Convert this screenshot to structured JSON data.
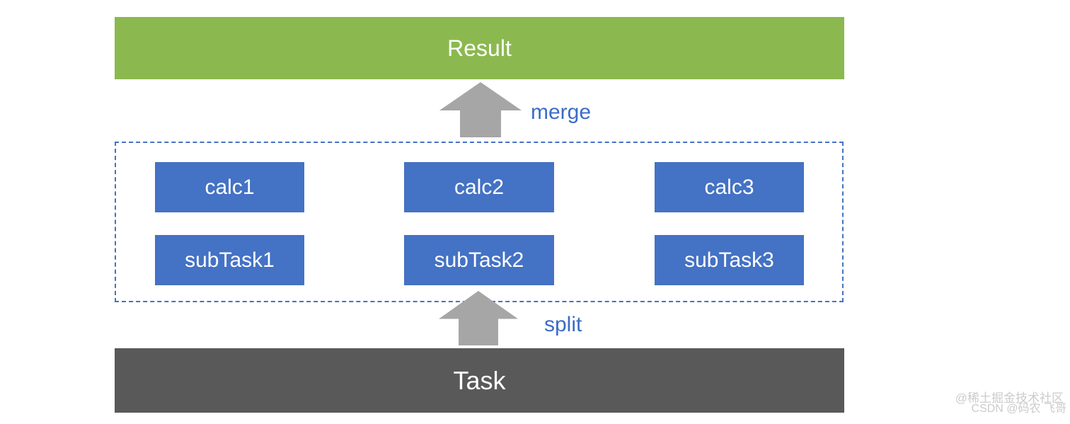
{
  "diagram": {
    "result_label": "Result",
    "task_label": "Task",
    "merge_label": "merge",
    "split_label": "split",
    "calc_nodes": [
      {
        "label": "calc1"
      },
      {
        "label": "calc2"
      },
      {
        "label": "calc3"
      }
    ],
    "subtask_nodes": [
      {
        "label": "subTask1"
      },
      {
        "label": "subTask2"
      },
      {
        "label": "subTask3"
      }
    ],
    "colors": {
      "result_green": "#8bb94f",
      "task_gray": "#595959",
      "node_blue": "#4472c4",
      "dashed_border_blue": "#4472c4",
      "label_blue": "#3b6cc7",
      "arrow_gray": "#a6a6a6",
      "watermark_gray": "#cbcbcb"
    }
  },
  "watermark": {
    "line1": "@稀土掘金技术社区",
    "line2": "CSDN @码农 飞哥"
  }
}
